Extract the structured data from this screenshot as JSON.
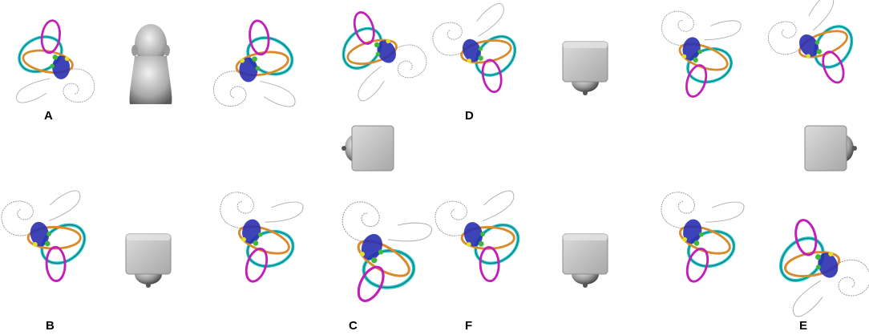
{
  "panel_labels": {
    "a": "A",
    "b": "B",
    "c": "C",
    "d": "D",
    "e": "E",
    "f": "F"
  },
  "colors": {
    "superior_canal": "#c21fb8",
    "lateral_canal": "#d98a2b",
    "posterior_canal": "#24c4c8",
    "vestibule": "#2a2fb0",
    "ampulla_green": "#3cb83a",
    "ampulla_yellow": "#e0e02a",
    "cochlea_outline": "#9a9a9a",
    "head_model": "#bdbdbd",
    "cube_model": "#c8c8c8"
  },
  "icons": {
    "labyrinth": "inner-ear-labyrinth-icon",
    "head": "head-back-view-icon",
    "cube": "head-cube-orientation-icon"
  }
}
